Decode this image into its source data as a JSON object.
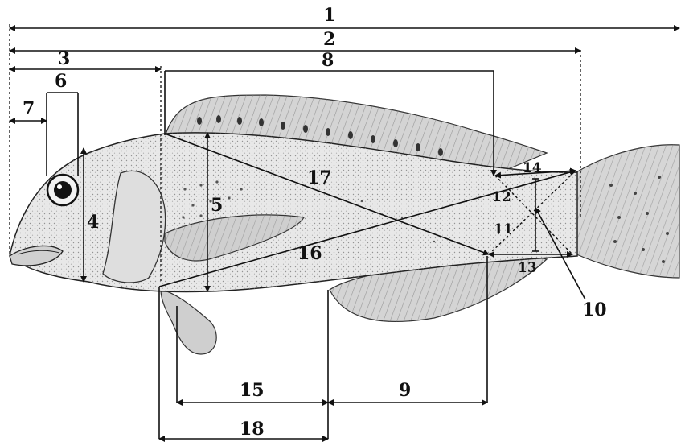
{
  "figure": {
    "description_labels": {
      "m1": "1",
      "m2": "2",
      "m3": "3",
      "m4": "4",
      "m5": "5",
      "m6": "6",
      "m7": "7",
      "m8": "8",
      "m9": "9",
      "m10": "10",
      "m11": "11",
      "m12": "12",
      "m13": "13",
      "m14": "14",
      "m15": "15",
      "m16": "16",
      "m17": "17",
      "m18": "18"
    },
    "colors": {
      "ink": "#111111",
      "fish_fill": "#e6e6e6",
      "fin_fill": "#cfcfcf",
      "background": "#ffffff"
    }
  }
}
